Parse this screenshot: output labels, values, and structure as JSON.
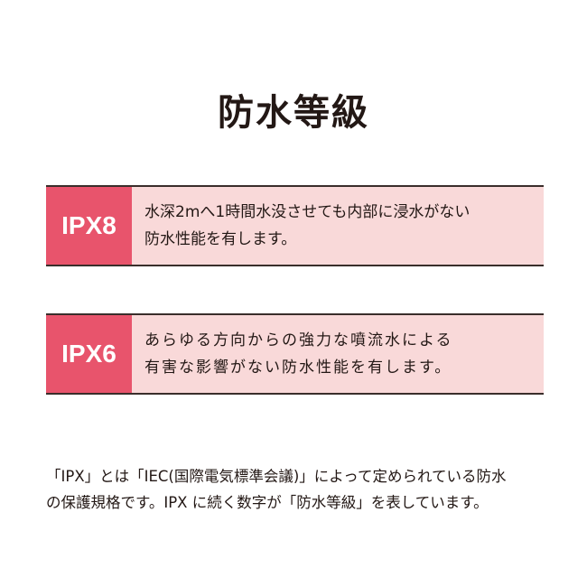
{
  "title": "防水等級",
  "ratings": [
    {
      "label": "IPX8",
      "lines": [
        "水深2mへ1時間水没させても内部に浸水がない",
        "防水性能を有します。"
      ]
    },
    {
      "label": "IPX6",
      "lines": [
        "あらゆる方向からの強力な噴流水による",
        "有害な影響がない防水性能を有します。"
      ]
    }
  ],
  "note": {
    "lines": [
      "「IPX」とは「IEC(国際電気標準会議)」によって定められている防水",
      "の保護規格です。IPX に続く数字が「防水等級」を表しています。"
    ]
  },
  "colors": {
    "label_bg": "#e8546c",
    "card_bg": "#f9d9d9",
    "border": "#3a2e2b",
    "text": "#231815"
  }
}
